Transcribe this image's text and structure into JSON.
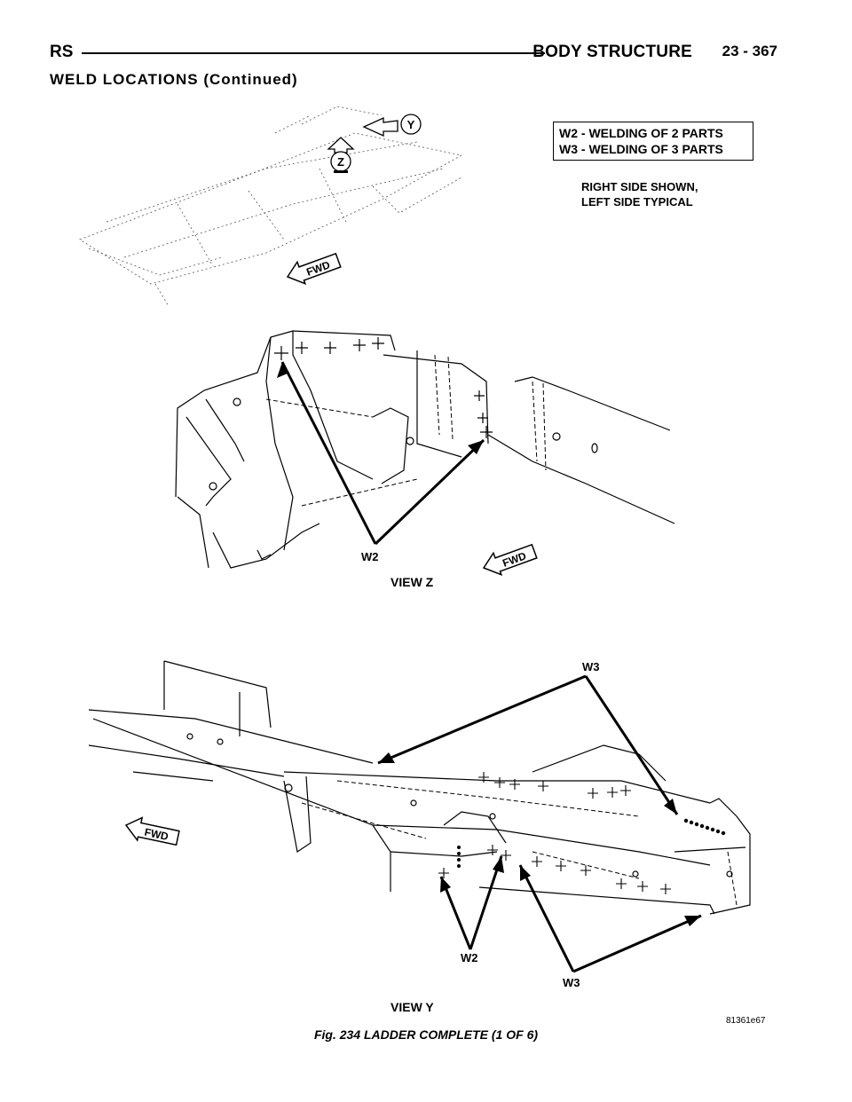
{
  "header": {
    "section_code": "RS",
    "title": "BODY STRUCTURE",
    "page_number": "23 - 367"
  },
  "section_heading": "WELD LOCATIONS (Continued)",
  "legend": {
    "lines": [
      "W2 - WELDING OF 2 PARTS",
      "W3 - WELDING OF 3 PARTS"
    ]
  },
  "note": {
    "lines": [
      "RIGHT SIDE SHOWN,",
      "LEFT SIDE TYPICAL"
    ]
  },
  "overview": {
    "view_markers": [
      "Y",
      "Z"
    ],
    "fwd_label": "FWD"
  },
  "view_z": {
    "label": "VIEW Z",
    "callout": "W2",
    "fwd_label": "FWD"
  },
  "view_y": {
    "label": "VIEW Y",
    "callouts": [
      "W3",
      "W2",
      "W3"
    ],
    "fwd_label": "FWD"
  },
  "part_number": "81361e67",
  "caption": "Fig. 234 LADDER COMPLETE (1 OF 6)"
}
